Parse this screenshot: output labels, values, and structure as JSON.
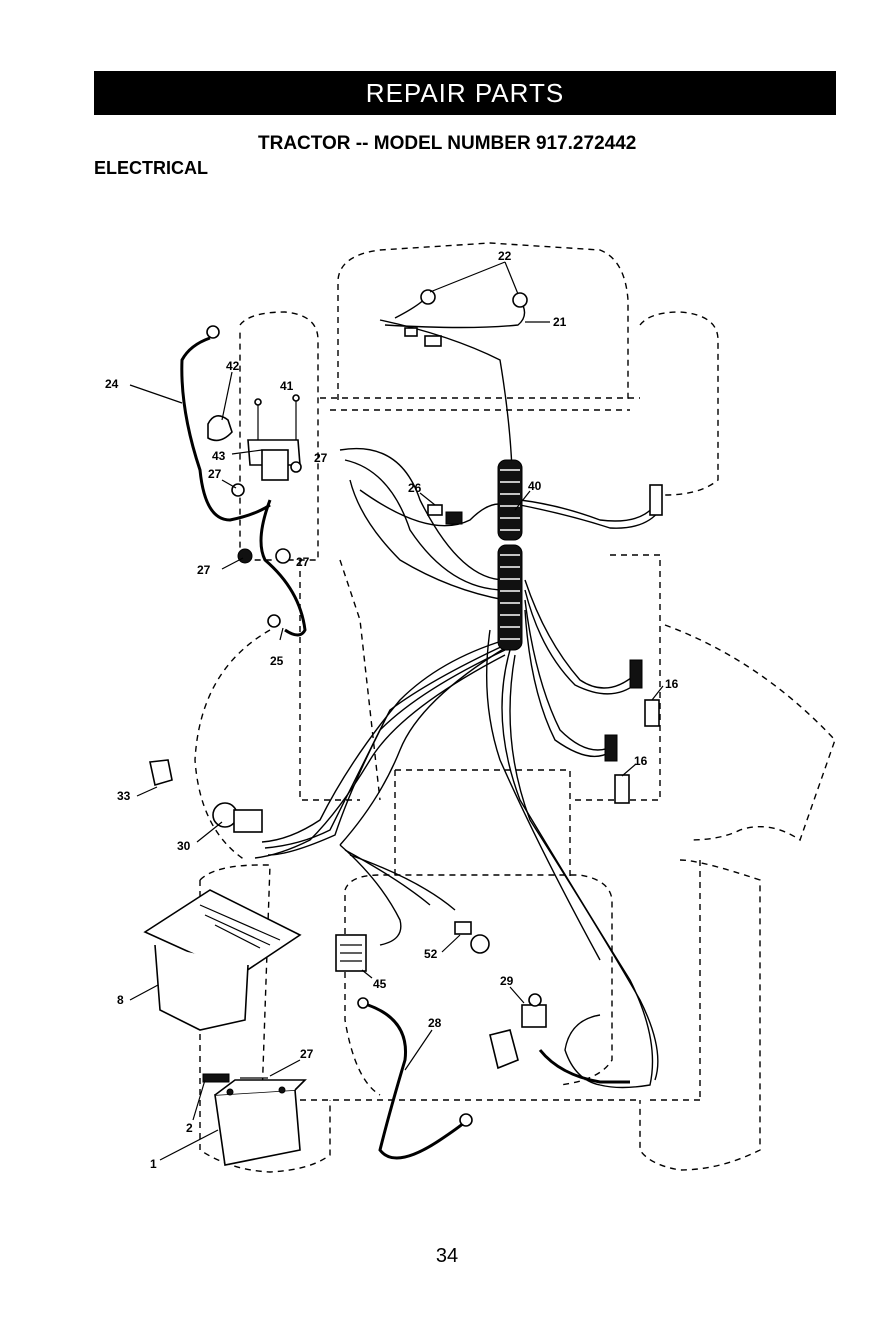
{
  "header": {
    "banner": "REPAIR PARTS",
    "subtitle": "TRACTOR -- MODEL NUMBER 917.272442",
    "section": "ELECTRICAL"
  },
  "callouts": {
    "c22": "22",
    "c21": "21",
    "c24": "24",
    "c42": "42",
    "c41": "41",
    "c43": "43",
    "c27a": "27",
    "c27b": "27",
    "c27c": "27",
    "c27d": "27",
    "c27e": "27",
    "c26": "26",
    "c40": "40",
    "c25": "25",
    "c16a": "16",
    "c16b": "16",
    "c33": "33",
    "c30": "30",
    "c8": "8",
    "c52": "52",
    "c45": "45",
    "c29": "29",
    "c28": "28",
    "c2": "2",
    "c1": "1"
  },
  "footer": {
    "page_number": "34"
  }
}
